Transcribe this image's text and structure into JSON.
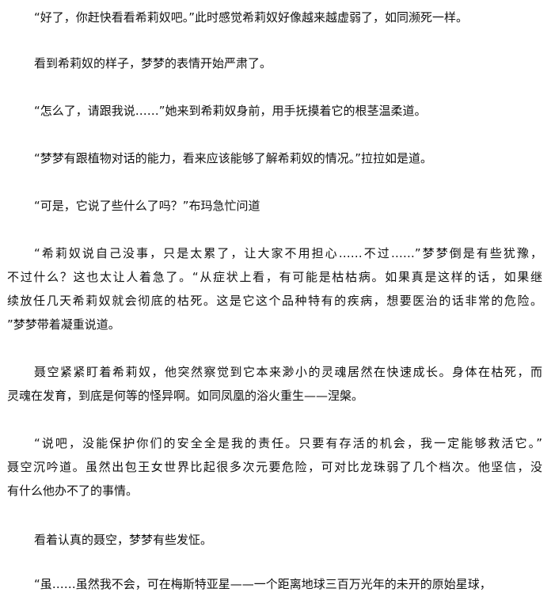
{
  "paragraphs": [
    {
      "lines": [
        "“好了，你赶快看看希莉奴吧。”此时感觉希莉奴好像越来越虚弱了，如同濒死一样。"
      ]
    },
    {
      "lines": [
        "看到希莉奴的样子，梦梦的表情开始严肃了。"
      ]
    },
    {
      "lines": [
        "“怎么了，请跟我说……”她来到希莉奴身前，用手抚摸着它的根茎温柔道。"
      ]
    },
    {
      "lines": [
        "“梦梦有跟植物对话的能力，看来应该能够了解希莉奴的情况。”拉拉如是道。"
      ]
    },
    {
      "lines": [
        "“可是，它说了些什么了吗？”布玛急忙问道"
      ]
    },
    {
      "lines": [
        "“希莉奴说自己没事，只是太累了，让大家不用担心……不过……”梦梦倒是有些犹豫，",
        "不过什么？这也太让人着急了。“从症状上看，有可能是枯枯病。如果真是这样的话，如果继",
        "续放任几天希莉奴就会彻底的枯死。这是它这个品种特有的疾病，想要医治的话非常的危险。",
        "”梦梦带着凝重说道。"
      ]
    },
    {
      "lines": [
        "聂空紧紧盯着希莉奴，他突然察觉到它本来渺小的灵魂居然在快速成长。身体在枯死，而",
        "灵魂在发育，到底是何等的怪异啊。如同凤凰的浴火重生——涅槃。"
      ]
    },
    {
      "lines": [
        "“说吧，没能保护你们的安全全是我的责任。只要有存活的机会，我一定能够救活它。”",
        "聂空沉吟道。虽然出包王女世界比起很多次元要危险，可对比龙珠弱了几个档次。他坚信，没",
        "有什么他办不了的事情。"
      ]
    },
    {
      "lines": [
        "看着认真的聂空，梦梦有些发怔。"
      ]
    },
    {
      "lines": [
        "“虽……虽然我不会，可在梅斯特亚星——一个距离地球三百万光年的未开的原始星球，"
      ]
    }
  ]
}
